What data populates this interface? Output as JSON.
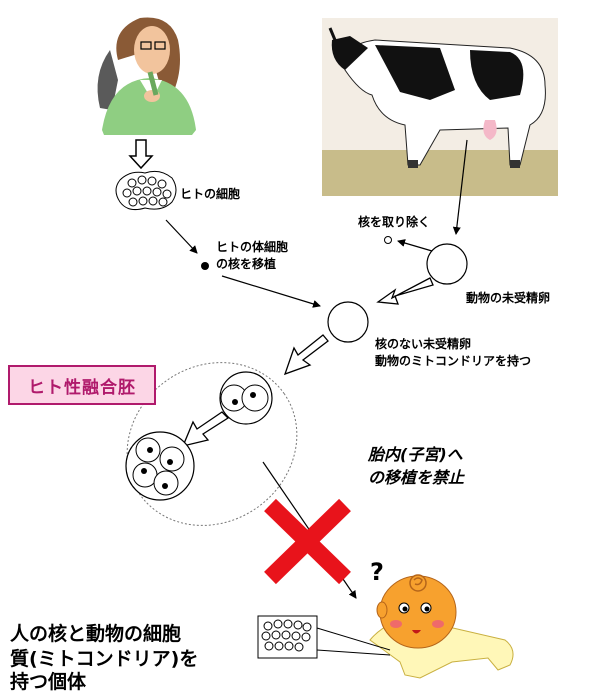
{
  "labels": {
    "human_cell": "ヒトの細胞",
    "somatic_line1": "ヒトの体細胞",
    "somatic_line2": "の核を移植",
    "remove_nucleus": "核を取り除く",
    "animal_egg": "動物の未受精卵",
    "enucleated_line1": "核のない未受精卵",
    "enucleated_line2": "動物のミトコンドリアを持つ",
    "embryo_tag": "ヒト性融合胚",
    "prohibit_line1": "胎内(子宮)へ",
    "prohibit_line2": "の移植を禁止",
    "individual_line1": "人の核と動物の細胞",
    "individual_line2": "質(ミトコンドリア)を",
    "individual_line3": "持つ個体",
    "question_mark": "?"
  },
  "colors": {
    "cross": "#e8131b",
    "tag_fill": "#fcd6e6",
    "tag_text": "#b01a6c"
  }
}
